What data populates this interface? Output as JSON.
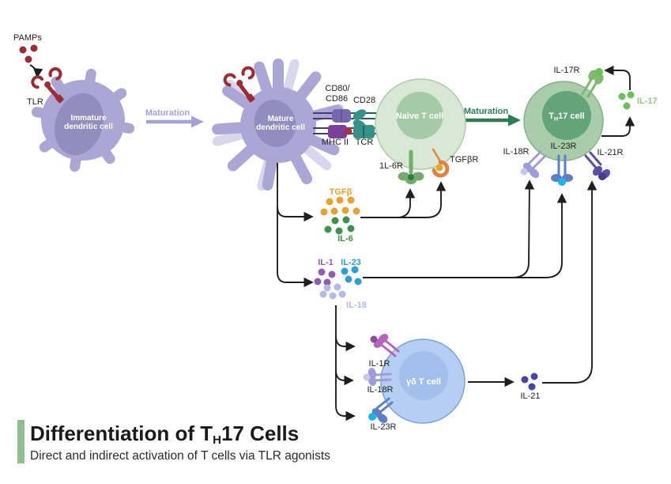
{
  "diagram": {
    "title": {
      "prefix": "Differentiation of T",
      "sub": "H",
      "suffix": "17 Cells",
      "subtitle": "Direct and indirect activation of T cells via TLR agonists",
      "accent_color": "#8fbf8f"
    },
    "arrow_color": "#1f1f1f",
    "cells": {
      "immature_dc": {
        "label_line1": "Immature",
        "label_line2": "dendritic cell",
        "body_color": "#aba6d3",
        "nucleus_color": "#938dbf"
      },
      "mature_dc": {
        "label_line1": "Mature",
        "label_line2": "dendritic cell",
        "body_color": "#aba6d3",
        "nucleus_color": "#938dbf",
        "back_spike_color": "#d9d7ee"
      },
      "naive_t": {
        "label": "Naive T cell",
        "body_color": "#d8e8d5",
        "border_color": "#aecbaa",
        "nucleus_color": "#a5caa6"
      },
      "th17": {
        "label_prefix": "T",
        "label_sub": "H",
        "label_suffix": "17 cell",
        "body_color": "#a9ccaa",
        "border_color": "#85b28b",
        "nucleus_color": "#63a478"
      },
      "gamma_delta": {
        "label": "γδ T cell",
        "body_color": "#b6cef2",
        "border_color": "#7aa1da",
        "nucleus_color": "#a3c0ec"
      }
    },
    "activation": {
      "pamps": {
        "label": "PAMPs",
        "color": "#9e2b34"
      },
      "tlr": {
        "label": "TLR",
        "color": "#9e2b34"
      },
      "maturation_dc": {
        "label": "Maturation",
        "color": "#a6a1d4"
      },
      "maturation_t": {
        "label": "Maturation",
        "color": "#2c7d52"
      }
    },
    "costimulation": {
      "cd80_86": {
        "label_line1": "CD80/",
        "label_line2": "CD86",
        "color": "#7568b1",
        "line_color": "#44397a"
      },
      "cd28": {
        "label": "CD28",
        "color": "#37918a",
        "line_color": "#20615b"
      },
      "mhc2": {
        "label": "MHC II",
        "color": "#7c3f9c",
        "peptide_color": "#b03038"
      },
      "tcr": {
        "label": "TCR",
        "color": "#37918a"
      }
    },
    "cytokines": {
      "tgfb": {
        "label": "TGFβ",
        "color": "#e8a02e"
      },
      "il6": {
        "label": "IL-6",
        "color": "#3f9150"
      },
      "il1": {
        "label": "IL-1",
        "color": "#8f5fae"
      },
      "il23": {
        "label": "IL-23",
        "color": "#2e9fd4"
      },
      "il18": {
        "label": "IL-18",
        "color": "#b4bae8"
      },
      "il17": {
        "label": "IL-17",
        "color": "#6cbf5a",
        "label_color": "#90c983"
      },
      "il21": {
        "label": "IL-21",
        "color": "#4a42a8",
        "label_color": "#2a2a2a"
      }
    },
    "receptors": {
      "il6r": {
        "label": "1L-6R",
        "color": "#74ab70",
        "tip_color": "#2f7d3f"
      },
      "tgfbr": {
        "label": "TGFβR",
        "color": "#de8340",
        "tip_color": "#e8a02e"
      },
      "il17r": {
        "label": "IL-17R",
        "color": "#7fb96e",
        "tip_color": "#6cbf5a"
      },
      "il18r_th17": {
        "label": "IL-18R",
        "color": "#a09cda",
        "tip_color": "#c6c7ee"
      },
      "il23r_th17": {
        "label": "IL-23R",
        "color": "#5b7fc9",
        "tip_color": "#1ab4e8"
      },
      "il21r": {
        "label": "IL-21R",
        "color": "#5c50a8",
        "tip_color": "#473b8f"
      },
      "il1r": {
        "label": "IL-1R",
        "color": "#b168bc",
        "tip_color": "#8e4a9e"
      },
      "il18r_gd": {
        "label": "IL-18R",
        "color": "#a09cda",
        "tip_color": "#c6c7ee"
      },
      "il23r_gd": {
        "label": "IL-23R",
        "color": "#5b7fc9",
        "tip_color": "#1ab4e8"
      }
    }
  }
}
